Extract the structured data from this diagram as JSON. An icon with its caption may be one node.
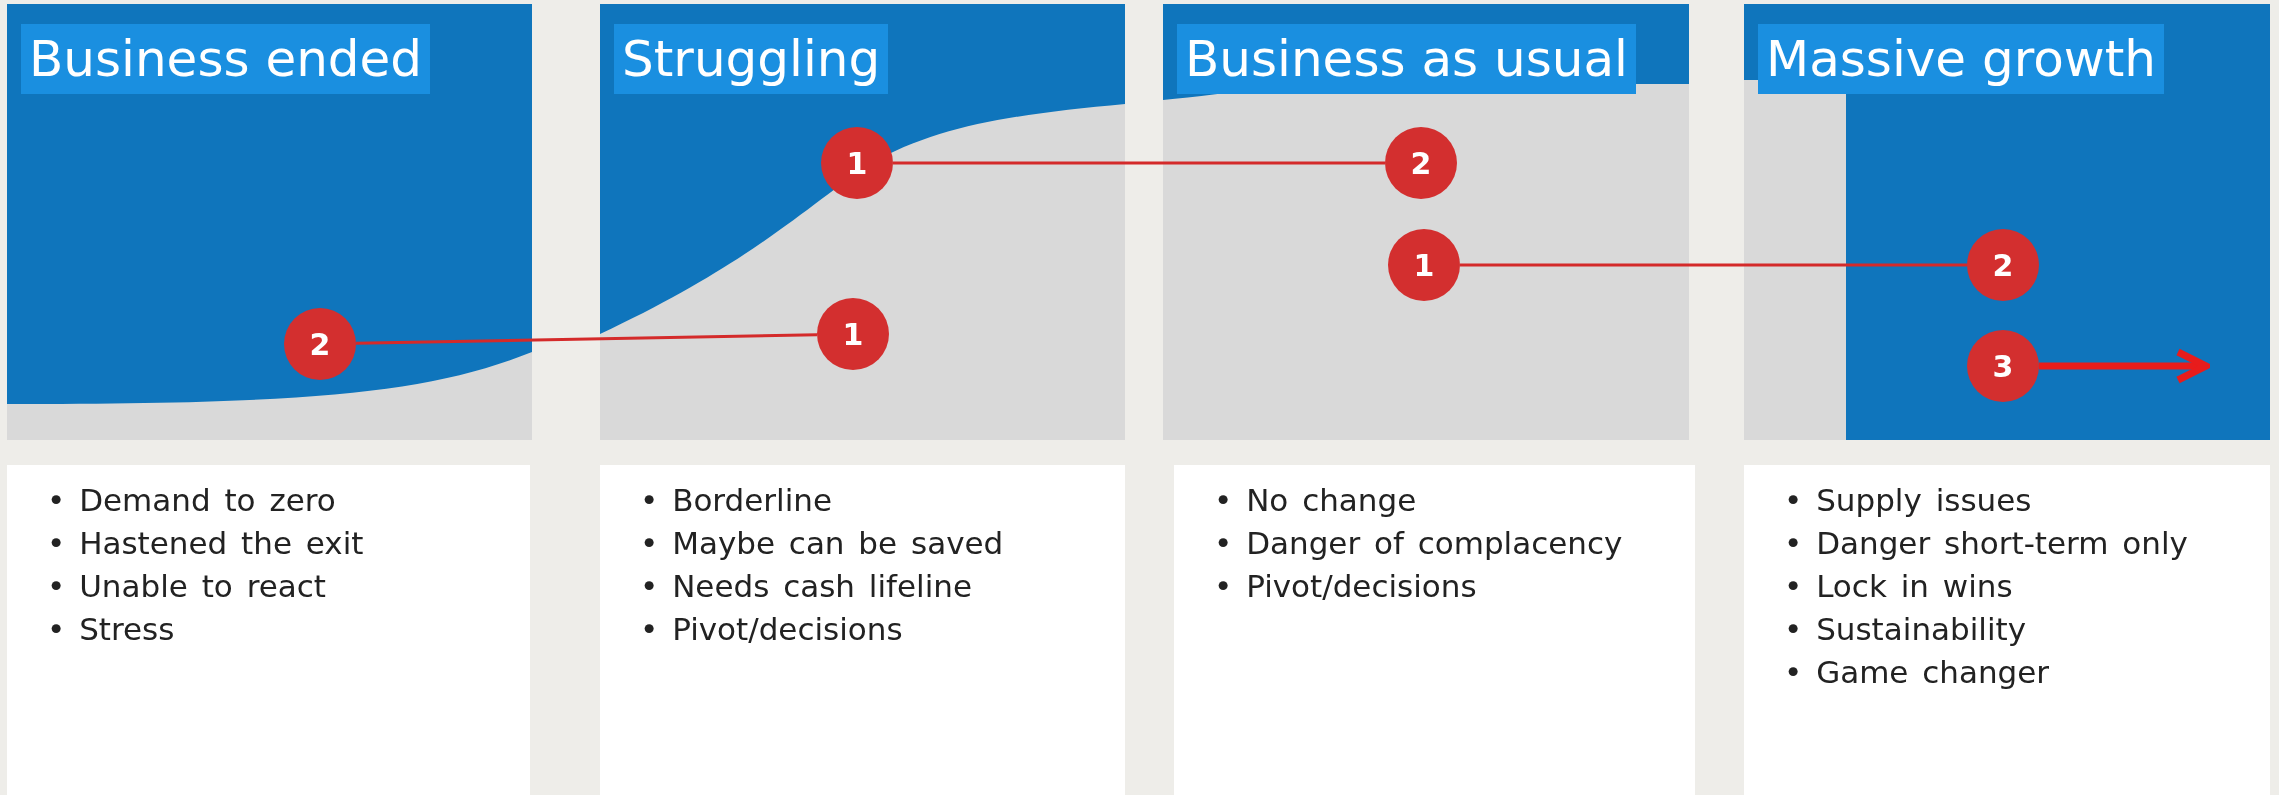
{
  "diagram": {
    "nodes": [
      {
        "text": [
          "Business ended"
        ]
      },
      {
        "text": [
          "2"
        ],
        "in": 0
      },
      {
        "text": [
          "Struggling"
        ]
      },
      {
        "text": [
          "1"
        ],
        "in": 2
      },
      {
        "text": [
          "1"
        ],
        "in": 2
      },
      {
        "text": [
          "Business as usual"
        ]
      },
      {
        "text": [
          "2"
        ],
        "in": 5
      },
      {
        "text": [
          "1"
        ],
        "in": 5
      },
      {
        "text": [
          "Massive growth"
        ]
      },
      {
        "text": [
          "2"
        ],
        "in": 8
      },
      {
        "text": [
          "3"
        ],
        "in": 8
      },
      {
        "text": [
          "• Demand to zero",
          "• Hastened the exit",
          "• Unable to react",
          "• Stress"
        ]
      },
      {
        "text": [
          "• Borderline",
          "• Maybe can be saved",
          "• Needs cash lifeline",
          "• Pivot/decisions"
        ]
      },
      {
        "text": [
          "• No change",
          "• Danger of complacency",
          "• Pivot/decisions"
        ]
      },
      {
        "text": [
          "• Supply issues",
          "• Danger short-term only",
          "• Lock in wins",
          "• Sustainability",
          "• Game changer"
        ]
      }
    ],
    "edges": [
      {
        "from": 1,
        "to": 4,
        "arrow": "none"
      },
      {
        "from": 3,
        "to": 6,
        "arrow": "none"
      },
      {
        "from": 7,
        "to": 9,
        "arrow": "none"
      },
      {
        "from": 10,
        "to": null,
        "arrow": "to",
        "style": "thick"
      }
    ]
  }
}
